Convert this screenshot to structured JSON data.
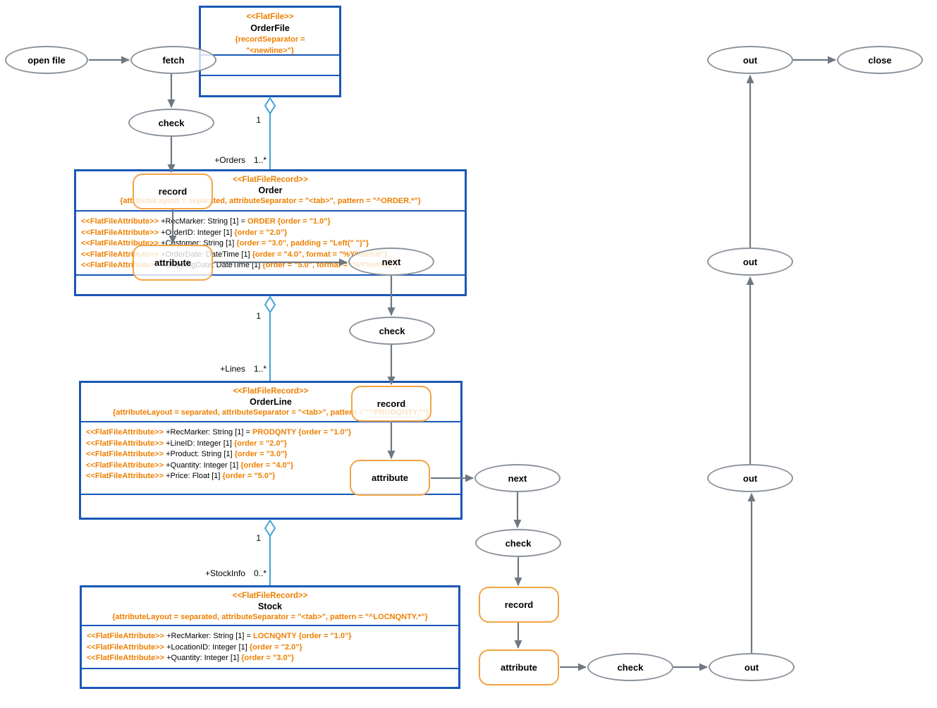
{
  "colors": {
    "class_border_blue": "#1a57b5",
    "stereotype_orange": "#ee7f00",
    "activity_border_gray": "#8b939c",
    "action_border_orange": "#f2a444",
    "arrow_gray": "#6f7882",
    "composition_blue": "#44a1d8",
    "text_black": "#000000"
  },
  "classes": {
    "orderfile": {
      "stereotype": "<<FlatFile>>",
      "name": "OrderFile",
      "constraint_lines": [
        "{recordSeparator =",
        "\"<newline>\"}"
      ],
      "attributes": []
    },
    "order": {
      "stereotype": "<<FlatFileRecord>>",
      "name": "Order",
      "constraint": "{attributeLayout = separated, attributeSeparator = \"<tab>\", pattern = \"^ORDER.*\"}",
      "attributes": [
        {
          "stereo": "<<FlatFileAttribute>>",
          "text": "+RecMarker: String [1] = ",
          "value": "ORDER ",
          "constraint": "{order = \"1.0\"}"
        },
        {
          "stereo": "<<FlatFileAttribute>>",
          "text": "+OrderID: Integer [1] ",
          "value": "",
          "constraint": "{order = \"2.0\"}"
        },
        {
          "stereo": "<<FlatFileAttribute>>",
          "text": "+Customer: String [1] ",
          "value": "",
          "constraint": "{order = \"3.0\", padding = \"Left(\" \")\"}"
        },
        {
          "stereo": "<<FlatFileAttribute>>",
          "text": "+OrderDate: DateTime [1] ",
          "value": "",
          "constraint": "{order = \"4.0\", format = \"%Y%m%d\"}"
        },
        {
          "stereo": "<<FlatFileAttribute>>",
          "text": "+ShippingDate: DateTime [1] ",
          "value": "",
          "constraint": "{order = \"5.0\", format = \"%Y%m%d\"}"
        }
      ]
    },
    "orderline": {
      "stereotype": "<<FlatFileRecord>>",
      "name": "OrderLine",
      "constraint": "{attributeLayout = separated, attributeSeparator = \"<tab>\", pattern = \"^PRODQNTY.*\"}",
      "attributes": [
        {
          "stereo": "<<FlatFileAttribute>>",
          "text": "+RecMarker: String [1] = ",
          "value": "PRODQNTY ",
          "constraint": "{order = \"1.0\"}"
        },
        {
          "stereo": "<<FlatFileAttribute>>",
          "text": "+LineID: Integer [1] ",
          "value": "",
          "constraint": "{order = \"2.0\"}"
        },
        {
          "stereo": "<<FlatFileAttribute>>",
          "text": "+Product: String [1] ",
          "value": "",
          "constraint": "{order = \"3.0\"}"
        },
        {
          "stereo": "<<FlatFileAttribute>>",
          "text": "+Quantity: Integer [1] ",
          "value": "",
          "constraint": "{order = \"4.0\"}"
        },
        {
          "stereo": "<<FlatFileAttribute>>",
          "text": "+Price: Float [1] ",
          "value": "",
          "constraint": "{order = \"5.0\"}"
        }
      ]
    },
    "stock": {
      "stereotype": "<<FlatFileRecord>>",
      "name": "Stock",
      "constraint": "{attributeLayout = separated, attributeSeparator = \"<tab>\", pattern = \"^LOCNQNTY.*\"}",
      "attributes": [
        {
          "stereo": "<<FlatFileAttribute>>",
          "text": "+RecMarker: String [1] = ",
          "value": "LOCNQNTY ",
          "constraint": "{order = \"1.0\"}"
        },
        {
          "stereo": "<<FlatFileAttribute>>",
          "text": "+LocationID: Integer [1] ",
          "value": "",
          "constraint": "{order = \"2.0\"}"
        },
        {
          "stereo": "<<FlatFileAttribute>>",
          "text": "+Quantity: Integer [1] ",
          "value": "",
          "constraint": "{order = \"3.0\"}"
        }
      ]
    }
  },
  "nodes": [
    {
      "id": "open-file",
      "label": "open file"
    },
    {
      "id": "fetch",
      "label": "fetch"
    },
    {
      "id": "check-1",
      "label": "check"
    },
    {
      "id": "record-1",
      "label": "record"
    },
    {
      "id": "attribute-1",
      "label": "attribute"
    },
    {
      "id": "next-1",
      "label": "next"
    },
    {
      "id": "check-2",
      "label": "check"
    },
    {
      "id": "record-2",
      "label": "record"
    },
    {
      "id": "attribute-2",
      "label": "attribute"
    },
    {
      "id": "next-2",
      "label": "next"
    },
    {
      "id": "check-3",
      "label": "check"
    },
    {
      "id": "record-3",
      "label": "record"
    },
    {
      "id": "attribute-3",
      "label": "attribute"
    },
    {
      "id": "check-4",
      "label": "check"
    },
    {
      "id": "out-bottom",
      "label": "out"
    },
    {
      "id": "out-mid-2",
      "label": "out"
    },
    {
      "id": "out-mid-1",
      "label": "out"
    },
    {
      "id": "out-top",
      "label": "out"
    },
    {
      "id": "close",
      "label": "close"
    }
  ],
  "compositions": [
    {
      "source_mult": "1",
      "role": "+Orders",
      "target_mult": "1..*"
    },
    {
      "source_mult": "1",
      "role": "+Lines",
      "target_mult": "1..*"
    },
    {
      "source_mult": "1",
      "role": "+StockInfo",
      "target_mult": "0..*"
    }
  ]
}
